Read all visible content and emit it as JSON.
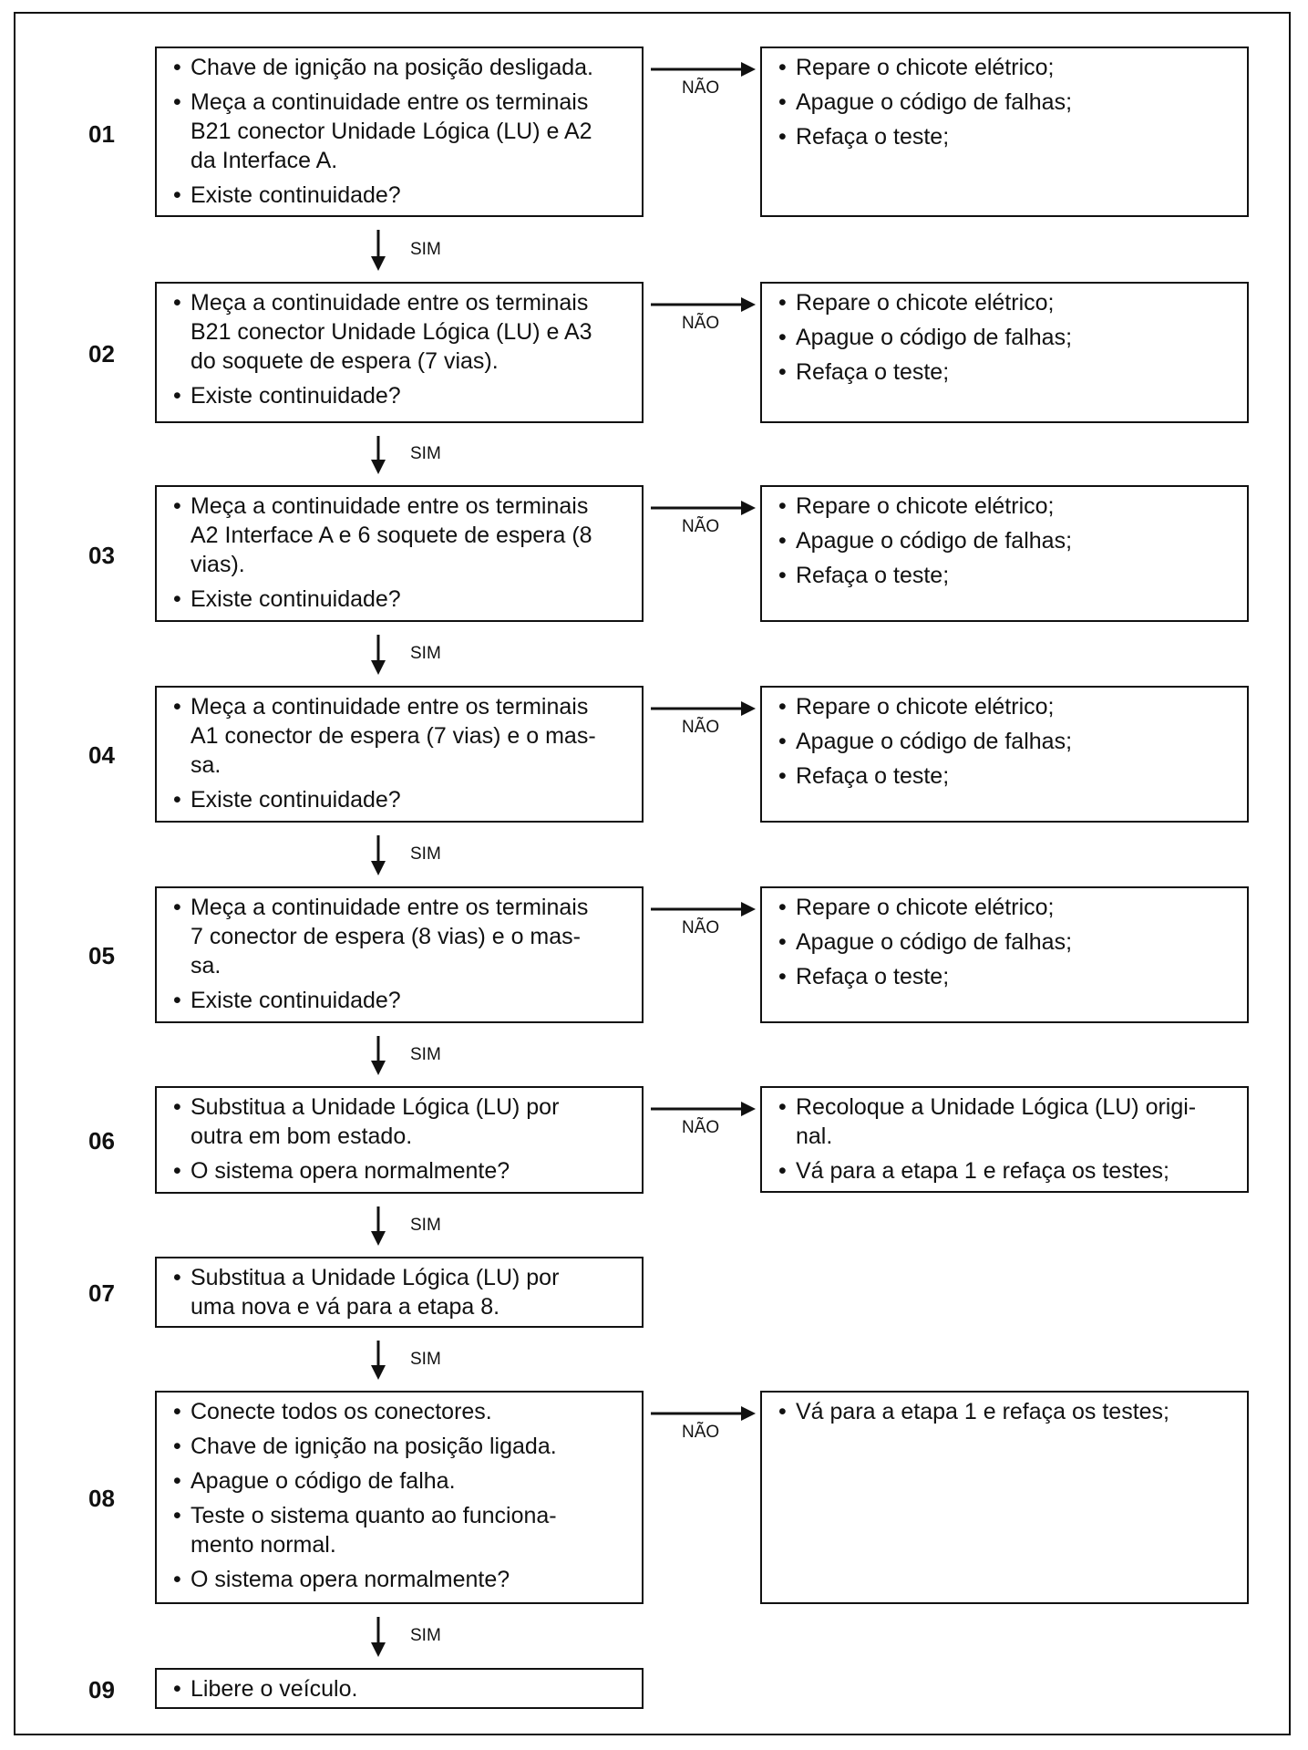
{
  "colors": {
    "ink": "#111111",
    "background": "#ffffff"
  },
  "labels": {
    "no": "NÃO",
    "yes": "SIM"
  },
  "steps": [
    {
      "number": "01",
      "check": [
        "Chave de ignição na posição desligada.",
        "Meça a continuidade entre os terminais\nB21 conector Unidade Lógica (LU) e A2\nda Interface A.",
        "Existe continuidade?"
      ],
      "action": [
        "Repare o chicote elétrico;",
        "Apague o código de falhas;",
        "Refaça o teste;"
      ]
    },
    {
      "number": "02",
      "check": [
        "Meça a continuidade entre os terminais\nB21 conector Unidade Lógica (LU) e A3\ndo soquete de espera (7 vias).",
        "Existe continuidade?"
      ],
      "action": [
        "Repare o chicote elétrico;",
        "Apague o código de falhas;",
        "Refaça o teste;"
      ]
    },
    {
      "number": "03",
      "check": [
        "Meça a continuidade entre os terminais\nA2 Interface A e 6 soquete de espera (8\nvias).",
        "Existe continuidade?"
      ],
      "action": [
        "Repare o chicote elétrico;",
        "Apague o código de falhas;",
        "Refaça o teste;"
      ]
    },
    {
      "number": "04",
      "check": [
        "Meça a continuidade entre os terminais\nA1 conector de espera (7 vias) e o mas-\nsa.",
        "Existe continuidade?"
      ],
      "action": [
        "Repare o chicote elétrico;",
        "Apague o código de falhas;",
        "Refaça o teste;"
      ]
    },
    {
      "number": "05",
      "check": [
        "Meça a continuidade entre os terminais\n7 conector de espera (8 vias) e o mas-\nsa.",
        "Existe continuidade?"
      ],
      "action": [
        "Repare o chicote elétrico;",
        "Apague o código de falhas;",
        "Refaça o teste;"
      ]
    },
    {
      "number": "06",
      "check": [
        "Substitua a Unidade Lógica (LU) por\noutra  em bom estado.",
        "O sistema opera normalmente?"
      ],
      "action": [
        "Recoloque a Unidade Lógica (LU) origi-\nnal.",
        "Vá para a etapa 1 e refaça os testes;"
      ]
    },
    {
      "number": "07",
      "check": [
        "Substitua a Unidade Lógica (LU) por\numa nova e vá para a etapa 8."
      ],
      "action": []
    },
    {
      "number": "08",
      "check": [
        "Conecte todos os conectores.",
        "Chave de ignição na posição ligada.",
        "Apague o código de falha.",
        "Teste o sistema quanto ao funciona-\nmento normal.",
        "O sistema opera normalmente?"
      ],
      "action": [
        "Vá para a etapa 1 e refaça os testes;"
      ]
    },
    {
      "number": "09",
      "check": [
        "Libere o veículo."
      ],
      "action": []
    }
  ]
}
